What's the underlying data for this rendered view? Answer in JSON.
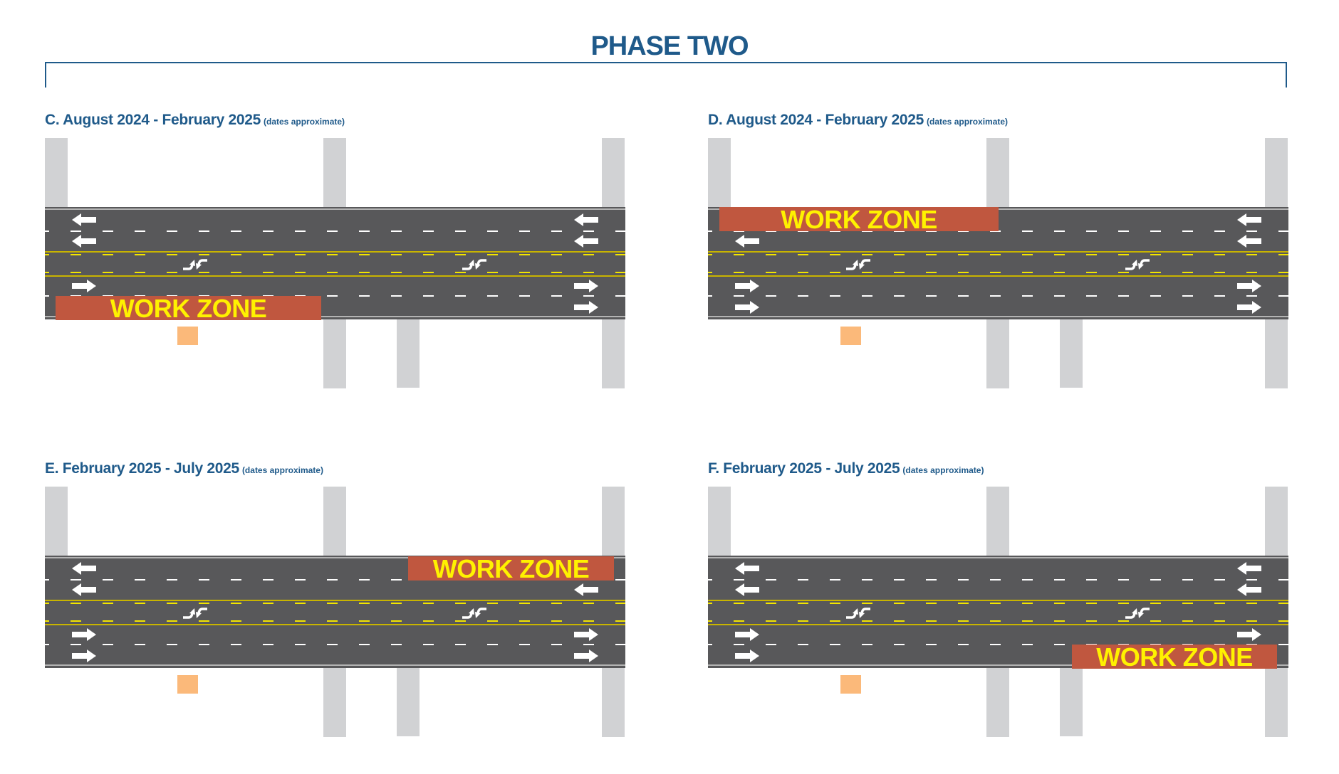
{
  "page": {
    "title": "PHASE TWO"
  },
  "colors": {
    "title_blue": "#1f5a8a",
    "pavement": "#58585a",
    "edge_line": "#b3b3b3",
    "lane_dash_white": "#ffffff",
    "center_line_yellow": "#c8b400",
    "center_dash_yellow": "#f2e500",
    "work_zone_fill": "#c0573f",
    "work_zone_text": "#fff200",
    "support_post": "#d1d2d4",
    "marker_square": "#fbb97a"
  },
  "panels": [
    {
      "id": "C",
      "title": "C. August 2024 - February 2025",
      "note": "(dates approximate)",
      "work_zone": {
        "label": "WORK ZONE",
        "lane": "eastbound-outer",
        "extent": "west"
      },
      "arrows": {
        "west": [
          "left",
          "left",
          "right",
          "right"
        ],
        "east": [
          "left",
          "left",
          "right",
          "right"
        ]
      },
      "omitted_arrows": [
        "west-4"
      ],
      "turn_arrows": [
        "west",
        "east"
      ],
      "icons": [
        "left-arrow-icon",
        "right-arrow-icon",
        "turn-arrows-icon"
      ]
    },
    {
      "id": "D",
      "title": "D. August 2024 - February 2025",
      "note": "(dates approximate)",
      "work_zone": {
        "label": "WORK ZONE",
        "lane": "westbound-outer",
        "extent": "west"
      },
      "arrows": {
        "west": [
          "left",
          "left",
          "right",
          "right"
        ],
        "east": [
          "left",
          "left",
          "right",
          "right"
        ]
      },
      "omitted_arrows": [
        "west-1"
      ],
      "turn_arrows": [
        "west",
        "east"
      ]
    },
    {
      "id": "E",
      "title": "E. February 2025 - July 2025",
      "note": "(dates approximate)",
      "work_zone": {
        "label": "WORK ZONE",
        "lane": "westbound-outer",
        "extent": "east"
      },
      "arrows": {
        "west": [
          "left",
          "left",
          "right",
          "right"
        ],
        "east": [
          "left",
          "left",
          "right",
          "right"
        ]
      },
      "omitted_arrows": [
        "east-1"
      ],
      "turn_arrows": [
        "west",
        "east"
      ]
    },
    {
      "id": "F",
      "title": "F. February 2025 - July 2025",
      "note": "(dates approximate)",
      "work_zone": {
        "label": "WORK ZONE",
        "lane": "eastbound-outer",
        "extent": "east"
      },
      "arrows": {
        "west": [
          "left",
          "left",
          "right",
          "right"
        ],
        "east": [
          "left",
          "left",
          "right",
          "right"
        ]
      },
      "omitted_arrows": [
        "east-4"
      ],
      "turn_arrows": [
        "west",
        "east"
      ]
    }
  ]
}
